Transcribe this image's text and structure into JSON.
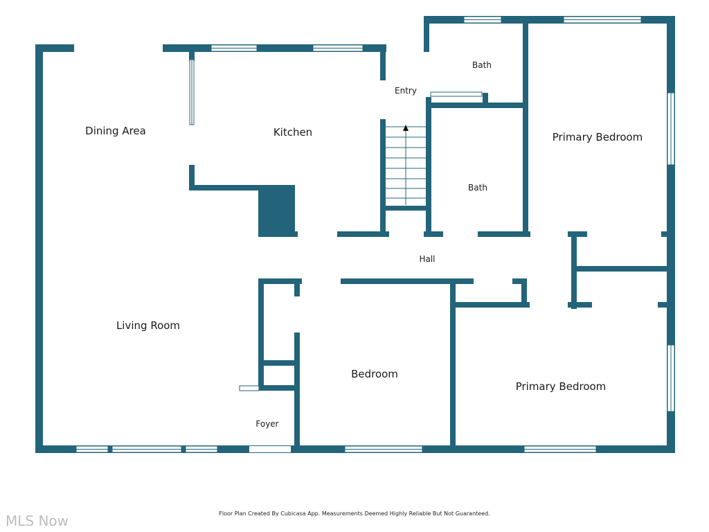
{
  "floor_plan": {
    "rooms": {
      "dining_area": "Dining Area",
      "kitchen": "Kitchen",
      "entry": "Entry",
      "bath_upper": "Bath",
      "bath_lower": "Bath",
      "primary_bedroom_top": "Primary Bedroom",
      "hall": "Hall",
      "living_room": "Living Room",
      "bedroom": "Bedroom",
      "primary_bedroom_bottom": "Primary Bedroom",
      "foyer": "Foyer"
    },
    "wall_color": "#23647a"
  },
  "footer": {
    "disclaimer": "Floor Plan Created By Cubicasa App. Measurements Deemed Highly Reliable But Not Guaranteed."
  },
  "watermark": {
    "text": "MLS Now"
  }
}
